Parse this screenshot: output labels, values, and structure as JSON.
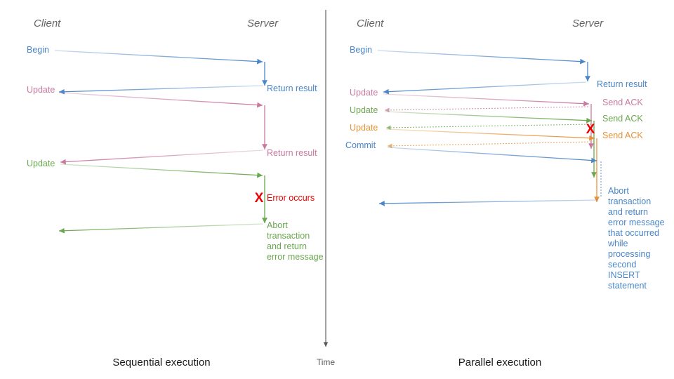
{
  "diagram": {
    "title_time_axis": "Time",
    "colors": {
      "blue": "#4a86c8",
      "pink": "#c9789f",
      "green": "#6aa84f",
      "orange": "#e69138",
      "red": "#ee0000",
      "gray": "#666666",
      "axis": "#555555",
      "text": "#1a1a1a"
    },
    "panels": [
      {
        "id": "sequential",
        "caption": "Sequential execution",
        "client_label": "Client",
        "server_label": "Server",
        "messages": [
          {
            "label": "Begin",
            "color_key": "blue",
            "direction": "to-server"
          },
          {
            "label": "Return result",
            "color_key": "blue",
            "direction": "to-client"
          },
          {
            "label": "Update",
            "color_key": "pink",
            "direction": "to-server"
          },
          {
            "label": "Return result",
            "color_key": "pink",
            "direction": "to-client"
          },
          {
            "label": "Update",
            "color_key": "green",
            "direction": "to-server"
          },
          {
            "label": "Abort transaction and return error message",
            "color_key": "green",
            "direction": "to-client"
          }
        ],
        "error_marker": {
          "glyph": "X",
          "label": "Error occurs"
        },
        "abort_note_lines": [
          "Abort",
          "transaction",
          "and return",
          "error message"
        ]
      },
      {
        "id": "parallel",
        "caption": "Parallel execution",
        "client_label": "Client",
        "server_label": "Server",
        "messages": [
          {
            "label": "Begin",
            "color_key": "blue",
            "direction": "to-server"
          },
          {
            "label": "Return result",
            "color_key": "blue",
            "direction": "to-client"
          },
          {
            "label": "Update",
            "color_key": "pink",
            "direction": "to-server"
          },
          {
            "label": "Send ACK",
            "color_key": "pink",
            "direction": "to-client"
          },
          {
            "label": "Update",
            "color_key": "green",
            "direction": "to-server"
          },
          {
            "label": "Send ACK",
            "color_key": "green",
            "direction": "to-client"
          },
          {
            "label": "Update",
            "color_key": "orange",
            "direction": "to-server"
          },
          {
            "label": "Send ACK",
            "color_key": "orange",
            "direction": "to-client"
          },
          {
            "label": "Commit",
            "color_key": "blue",
            "direction": "to-server"
          }
        ],
        "error_marker": {
          "glyph": "X",
          "label": ""
        },
        "abort_note_lines": [
          "Abort",
          "transaction",
          "and return",
          "error message",
          "that occurred",
          "while",
          "processing",
          "second",
          "INSERT",
          "statement"
        ]
      }
    ]
  }
}
